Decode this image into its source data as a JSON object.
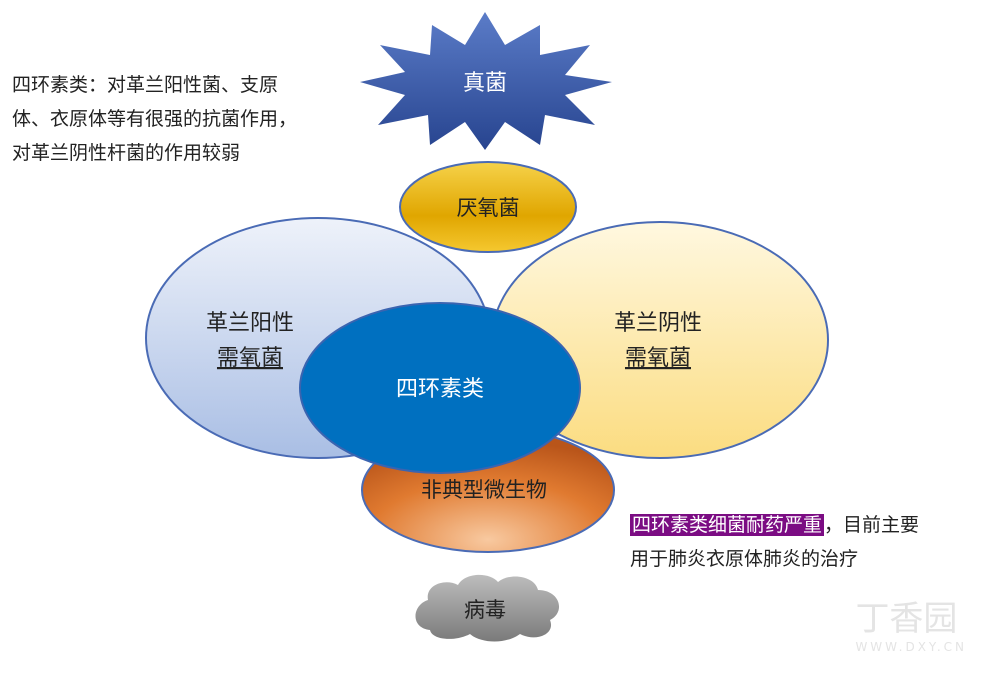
{
  "nodes": {
    "fungi": "真菌",
    "anaerobes": "厌氧菌",
    "gram_positive_line1": "革兰阳性",
    "gram_positive_line2": "需氧菌",
    "gram_negative_line1": "革兰阴性",
    "gram_negative_line2": "需氧菌",
    "center": "四环素类",
    "atypical": "非典型微生物",
    "virus": "病毒"
  },
  "notes": {
    "top_left": [
      "四环素类：对革兰阳性菌、支原",
      "体、衣原体等有很强的抗菌作用，",
      "对革兰阴性杆菌的作用较弱"
    ],
    "bottom_right_highlight": "四环素类细菌耐药严重",
    "bottom_right_rest": "，目前主要",
    "bottom_right_line2": "用于肺炎衣原体肺炎的治疗"
  },
  "watermark": {
    "text": "丁香园",
    "url": "WWW.DXY.CN"
  },
  "colors": {
    "center": "#0070C0",
    "highlight": "#7B0C83",
    "fungi": "#3A5AA8",
    "anaerobes": "#E2A800",
    "atypical": "#D0641E",
    "virus": "#8C8C8C"
  }
}
